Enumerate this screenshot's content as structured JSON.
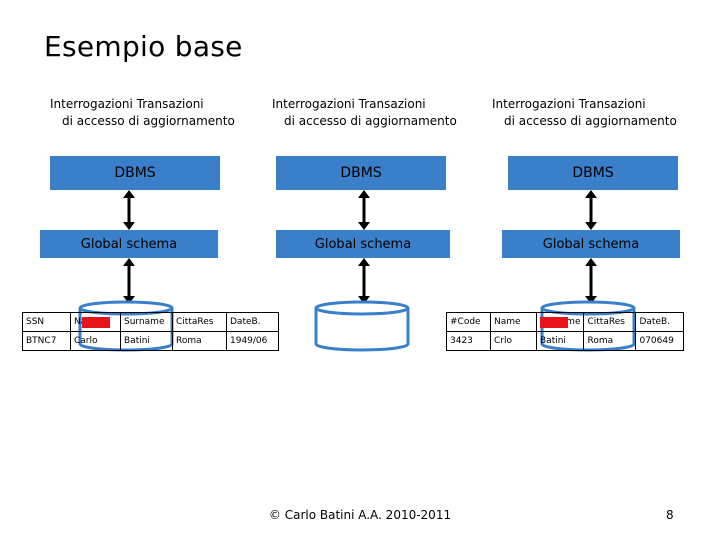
{
  "slide": {
    "title": "Esempio base",
    "footer": "© Carlo Batini A.A. 2010-2011",
    "page_number": "8"
  },
  "columns": [
    {
      "ops_line1": "Interrogazioni   Transazioni",
      "ops_line2": "di accesso   di aggiornamento",
      "dbms": "DBMS",
      "global_schema": "Global schema"
    },
    {
      "ops_line1": "Interrogazioni   Transazioni",
      "ops_line2": "di accesso   di aggiornamento",
      "dbms": "DBMS",
      "global_schema": "Global schema"
    },
    {
      "ops_line1": "Interrogazioni   Transazioni",
      "ops_line2": "di accesso   di aggiornamento",
      "dbms": "DBMS",
      "global_schema": "Global schema"
    }
  ],
  "table_left": {
    "headers": [
      "SSN",
      "Name",
      "Surname",
      "CittaRes",
      "DateB."
    ],
    "row": [
      "BTNC7",
      "Carlo",
      "Batini",
      "Roma",
      "1949/06"
    ]
  },
  "table_right": {
    "headers": [
      "#Code",
      "Name",
      "Surname",
      "CittaRes",
      "DateB."
    ],
    "row": [
      "3423",
      "Crlo",
      "Batini",
      "Roma",
      "070649"
    ]
  },
  "colors": {
    "bar": "#3a7fc9",
    "cylinder": "#3a7fc9",
    "marker": "#e8141c"
  }
}
